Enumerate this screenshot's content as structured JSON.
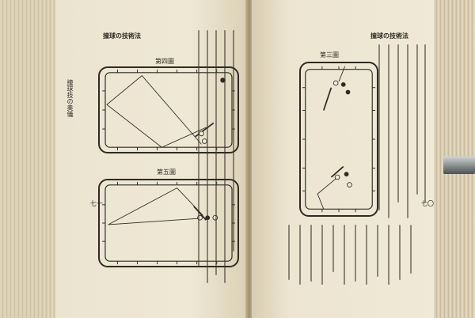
{
  "left_page": {
    "running_head": "撞球の技術法",
    "side_title": "撞球技の奥儀",
    "figure_top_label": "第四圖",
    "figure_bottom_label": "第五圖",
    "page_number": "七一"
  },
  "right_page": {
    "running_head": "撞球の技術法",
    "figure_label": "第三圖",
    "page_number": "七〇"
  },
  "colors": {
    "paper": "#efe8d5",
    "ink": "#2e2a24",
    "bookmark_tab": "#6e7474"
  }
}
